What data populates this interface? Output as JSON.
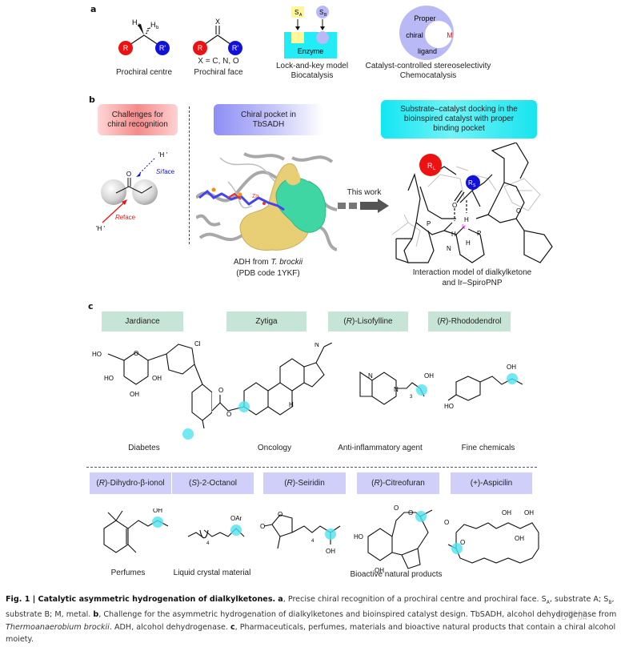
{
  "panel_a": {
    "letter": "a",
    "prochiral_centre": {
      "h_a": "H",
      "h_a_sub": "a",
      "h_b": "H",
      "h_b_sub": "b",
      "r": "R",
      "r_prime": "R'",
      "caption": "Prochiral centre"
    },
    "prochiral_face": {
      "x_atom": "X",
      "r": "R",
      "r_prime": "R'",
      "definition": "X = C, N, O",
      "caption": "Prochiral face"
    },
    "lock_key": {
      "sa": "S",
      "sa_sub": "A",
      "sb": "S",
      "sb_sub": "B",
      "enzyme": "Enzyme",
      "caption_line1": "Lock-and-key model",
      "caption_line2": "Biocatalysis"
    },
    "catalyst": {
      "proper": "Proper",
      "chiral": "chiral",
      "ligand": "ligand",
      "metal": "M",
      "caption_line1": "Catalyst-controlled stereoselectivity",
      "caption_line2": "Chemocatalysis"
    }
  },
  "panel_b": {
    "letter": "b",
    "challenges_box": "Challenges for chiral recognition",
    "chiral_pocket_box_line1": "Chiral pocket in",
    "chiral_pocket_box_line2": "TbSADH",
    "docking_box_line1": "Substrate–catalyst docking in the",
    "docking_box_line2": "bioinspired catalyst with proper",
    "docking_box_line3": "binding pocket",
    "ketone": {
      "hydride_top": "'H '",
      "hydride_bottom": "'H '",
      "si_face": "Si",
      "re_face": "Re",
      "face_word": "face",
      "oxygen": "O"
    },
    "protein": {
      "zn_label": "Zn",
      "caption_line1_prefix": "ADH from ",
      "caption_line1_italic": "T. brockii",
      "caption_line2": "(PDB code 1YKF)"
    },
    "arrow_label": "This work",
    "catalyst_model": {
      "rl": "R",
      "rl_sub": "L",
      "rs": "R",
      "rs_sub": "S",
      "ir": "Ir",
      "p": "P",
      "n": "N",
      "o": "O",
      "h": "H",
      "caption_line1": "Interaction model of dialkylketone",
      "caption_line2": "and Ir–SpiroPNP"
    }
  },
  "panel_c": {
    "letter": "c",
    "row1": [
      {
        "name": "Jardiance",
        "application": "Diabetes"
      },
      {
        "name": "Zytiga",
        "application": "Oncology"
      },
      {
        "name_prefix": "(",
        "name_italic": "R",
        "name_suffix": ")-Lisofylline",
        "application": "Anti-inflammatory agent"
      },
      {
        "name_prefix": "(",
        "name_italic": "R",
        "name_suffix": ")-Rhododendrol",
        "application": "Fine chemicals"
      }
    ],
    "row2": [
      {
        "name_prefix": "(",
        "name_italic": "R",
        "name_suffix": ")-Dihydro-β-ionol",
        "application": "Perfumes"
      },
      {
        "name_prefix": "(",
        "name_italic": "S",
        "name_suffix": ")-2-Octanol",
        "application": "Liquid crystal material"
      },
      {
        "name_prefix": "(",
        "name_italic": "R",
        "name_suffix": ")-Seiridin"
      },
      {
        "name_prefix": "(",
        "name_italic": "R",
        "name_suffix": ")-Citreofuran"
      },
      {
        "name": "(+)-Aspicilin"
      }
    ],
    "row2_shared_application": "Bioactive natural products",
    "atom_labels": {
      "ho": "HO",
      "oh": "OH",
      "o": "O",
      "cl": "Cl",
      "n": "N",
      "h": "H",
      "oar": "OAr",
      "sub3": "3",
      "sub4": "4"
    }
  },
  "caption": {
    "fig_label": "Fig. 1 | Catalytic asymmetric hydrogenation of dialkylketones.",
    "a_letter": "a",
    "a_text": ", Precise chiral recognition of a prochiral centre and prochiral face. S",
    "a_sub_a": "A",
    "a_text2": ", substrate A; S",
    "a_sub_b": "B",
    "a_text3": ", substrate B; M, metal. ",
    "b_letter": "b",
    "b_text": ", Challenge for the asymmetric hydrogenation of dialkylketones and bioinspired catalyst design. TbSADH, alcohol dehydrogenase from ",
    "b_italic": "Thermoanaerobium brockii",
    "b_text2": ". ADH, alcohol dehydrogenase. ",
    "c_letter": "c",
    "c_text": ", Pharmaceuticals, perfumes, materials and bioactive natural products that contain a chiral alcohol moiety."
  },
  "watermark": "化学加",
  "colors": {
    "red_group": "#ee1111",
    "blue_group": "#1111dd",
    "enzyme": "#22ecf5",
    "substrate_a": "#fff79a",
    "substrate_b": "#b9b9f5",
    "highlight": "#4fe3ef",
    "iridium": "#ee22ee"
  }
}
